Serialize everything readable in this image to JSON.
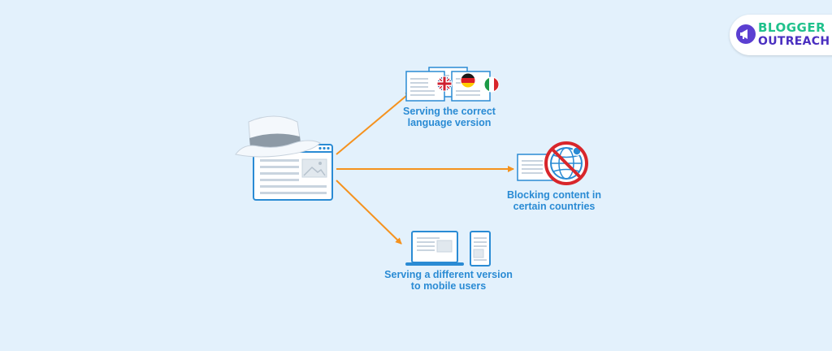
{
  "logo": {
    "line1": "BLOGGER",
    "line2": "OUTREACH"
  },
  "branches": [
    {
      "id": "language",
      "lines": [
        "Serving the correct",
        "language version"
      ]
    },
    {
      "id": "blocking",
      "lines": [
        "Blocking content in",
        "certain countries"
      ]
    },
    {
      "id": "mobile",
      "lines": [
        "Serving a different version",
        "to mobile users"
      ]
    }
  ],
  "colors": {
    "background": "#e3f1fc",
    "arrow": "#f5921e",
    "caption": "#2a8bd4",
    "outline": "#2a8bd4",
    "block": "#d8262b",
    "hat": "#f4f8fc"
  },
  "icons": [
    "white-hat-icon",
    "browser-window-icon",
    "uk-flag-icon",
    "germany-flag-icon",
    "italy-flag-icon",
    "globe-icon",
    "no-entry-icon",
    "laptop-icon",
    "phone-icon"
  ]
}
